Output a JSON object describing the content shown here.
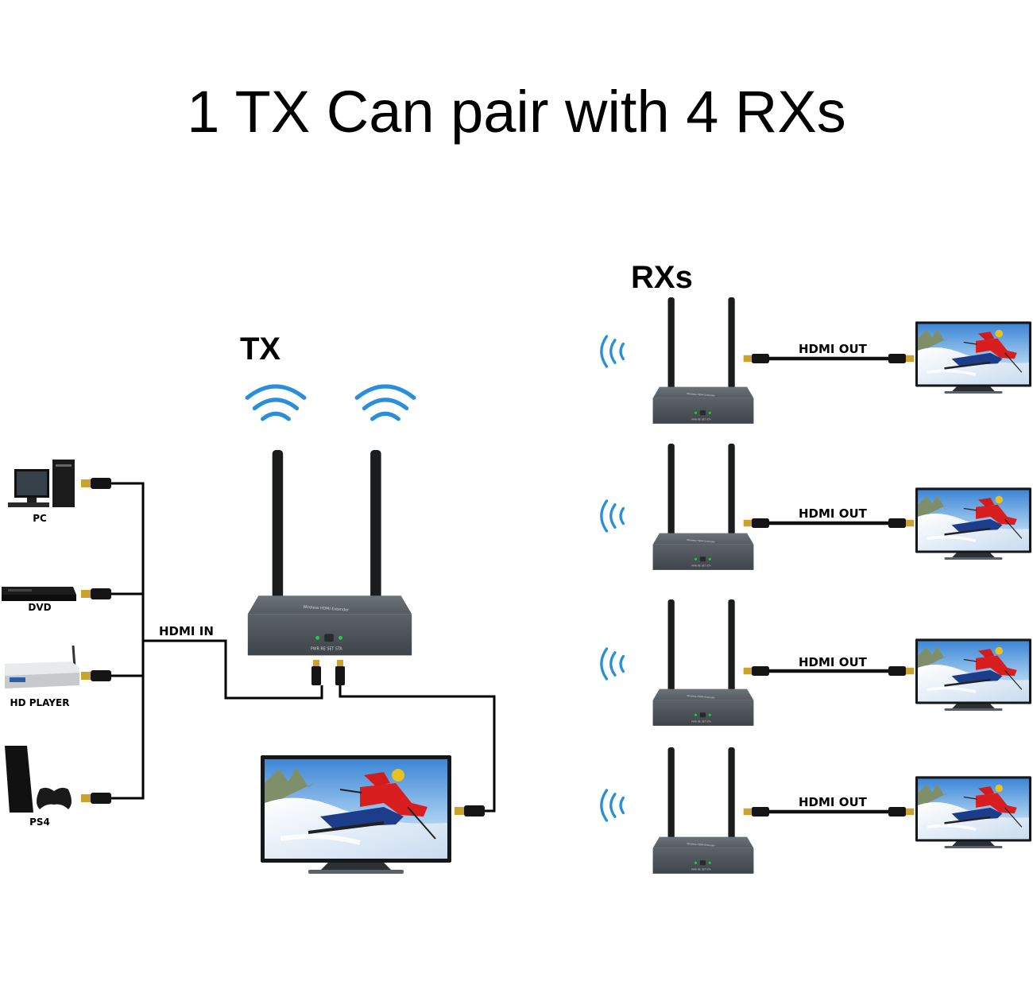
{
  "title": "1 TX Can pair with 4 RXs",
  "tx": {
    "label": "TX",
    "cable_label": "HDMI IN"
  },
  "rx_group": {
    "label": "RXs",
    "cable_label": "HDMI OUT"
  },
  "sources": [
    "PC",
    "DVD",
    "HD PLAYER",
    "PS4"
  ],
  "device": {
    "port_labels": [
      "PWR",
      "RE SET",
      "STA"
    ],
    "brand_text": "Wireless HDMI Extender"
  },
  "colors": {
    "wifi": "#2a8fd8",
    "device_body": "#4a5055",
    "cable": "#111111",
    "connector_gold": "#c9a230"
  }
}
